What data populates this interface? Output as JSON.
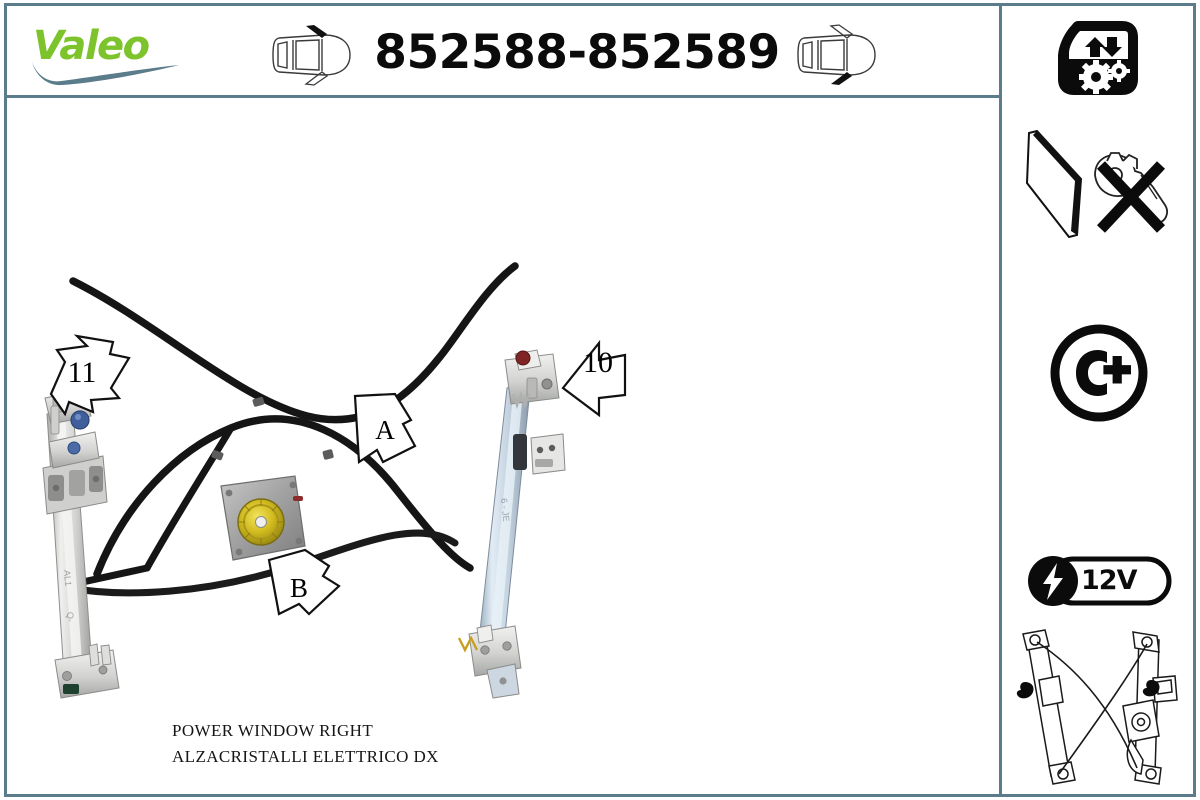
{
  "brand": {
    "name": "Valeo",
    "logo_color": "#7dc32c",
    "swoosh_color": "#5b7c8a"
  },
  "header": {
    "part_number": "852588-852589",
    "car_icon_left": "car-top-view-icon",
    "car_icon_right": "car-top-view-icon"
  },
  "frame": {
    "border_color": "#5b7c8a",
    "background": "#ffffff"
  },
  "diagram": {
    "callouts": [
      {
        "id": "10",
        "label": "10",
        "direction": "left"
      },
      {
        "id": "11",
        "label": "11",
        "direction": "down-left"
      },
      {
        "id": "A",
        "label": "A",
        "direction": "up-left"
      },
      {
        "id": "B",
        "label": "B",
        "direction": "up-right"
      }
    ],
    "caption_line1": "POWER WINDOW RIGHT",
    "caption_line2": "ALZACRISTALLI ELETTRICO DX",
    "photo_alt": "window-regulator-assembly-photo",
    "parts": {
      "left_rail_color": "#d9dadb",
      "right_rail_color": "#bcc9d6",
      "cable_color": "#1c1c1c",
      "pulley_color": "#d8c32c",
      "housing_color": "#9a9a9a"
    }
  },
  "sidebar": {
    "icons": [
      {
        "name": "power-window-regulator-icon",
        "meaning": "Power window regulator with gears"
      },
      {
        "name": "no-motor-included-icon",
        "meaning": "Glass and motor not included"
      },
      {
        "name": "c-plus-icon",
        "label": "C+",
        "meaning": "Comfort Plus"
      },
      {
        "name": "voltage-badge",
        "label": "12V",
        "meaning": "12 Volt"
      },
      {
        "name": "regulator-line-drawing",
        "meaning": "Window regulator technical line drawing"
      }
    ]
  }
}
